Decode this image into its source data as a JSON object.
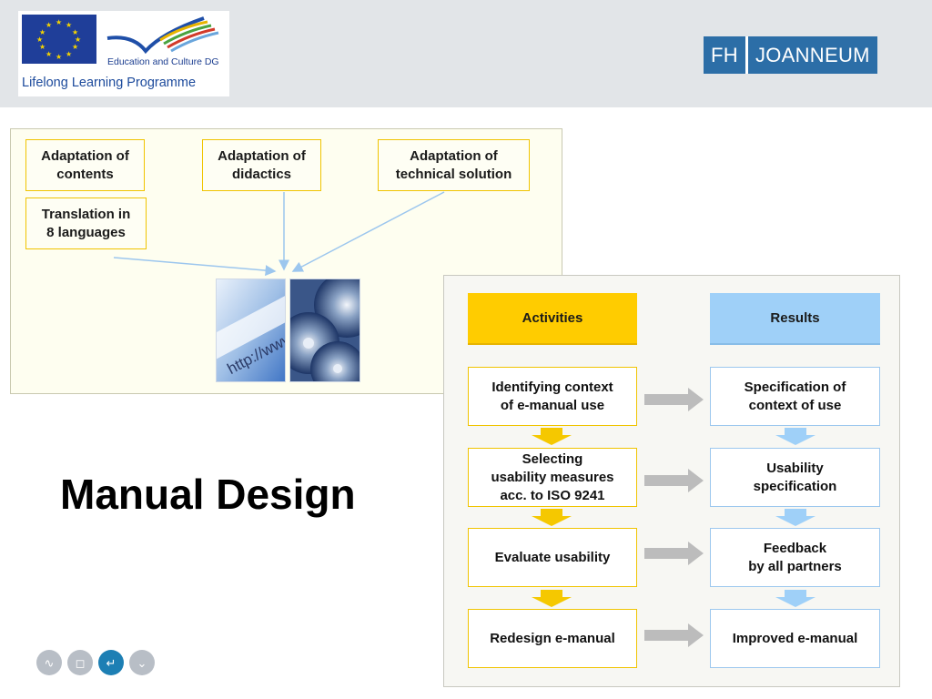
{
  "header": {
    "eu_logo": {
      "dg_text": "Education and Culture DG",
      "programme_text": "Lifelong Learning Programme",
      "flag_color": "#1f3e99",
      "star_color": "#f5d400"
    },
    "fh_logo": {
      "left_text": "FH",
      "right_text": "JOANNEUM",
      "color": "#2c6ea7"
    }
  },
  "adaptation": {
    "boxes": [
      {
        "label": "Adaptation of\ncontents"
      },
      {
        "label": "Adaptation of\ndidactics"
      },
      {
        "label": "Adaptation of\ntechnical solution"
      },
      {
        "label": "Translation in\n8 languages"
      }
    ],
    "photos": [
      {
        "name": "browser-http-photo",
        "text": "http://www"
      },
      {
        "name": "cd-discs-photo"
      }
    ],
    "border_color": "#f0c400",
    "arrow_color": "#9cc6ee"
  },
  "process": {
    "activities_header": "Activities",
    "results_header": "Results",
    "activities_color": "#ffcc00",
    "results_color": "#9fd0f8",
    "activities": [
      "Identifying context\nof e-manual use",
      "Selecting\nusability measures\nacc. to ISO 9241",
      "Evaluate usability",
      "Redesign e-manual"
    ],
    "results": [
      "Specification of\ncontext of use",
      "Usability\nspecification",
      "Feedback\nby all partners",
      "Improved e-manual"
    ]
  },
  "title": "Manual Design",
  "nav": [
    {
      "icon": "wave-icon",
      "glyph": "∿"
    },
    {
      "icon": "square-icon",
      "glyph": "◻"
    },
    {
      "icon": "return-icon",
      "glyph": "↵"
    },
    {
      "icon": "chevron-down-icon",
      "glyph": "⌄"
    }
  ]
}
